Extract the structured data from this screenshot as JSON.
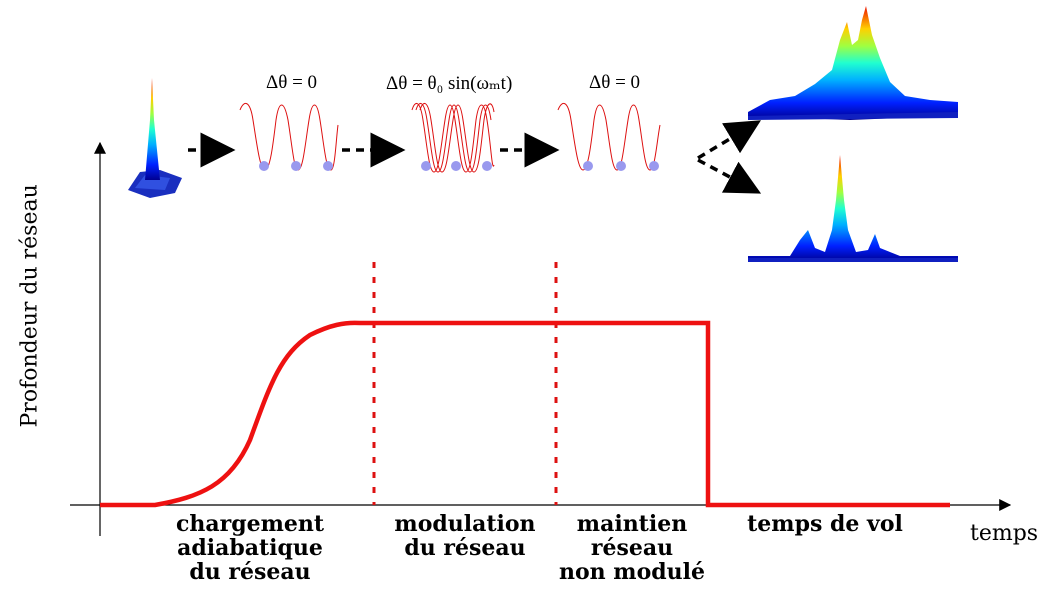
{
  "axes": {
    "y_label": "Profondeur du réseau",
    "x_label": "temps"
  },
  "formulas": {
    "before_modulation": "Δθ = 0",
    "modulation": "Δθ = θ₀ sin(ωₘt)",
    "after_modulation": "Δθ = 0"
  },
  "phases": [
    {
      "line1": "chargement",
      "line2": "adiabatique",
      "line3": "du réseau"
    },
    {
      "line1": "modulation",
      "line2": "du réseau"
    },
    {
      "line1": "maintien",
      "line2": "réseau",
      "line3": "non modulé"
    },
    {
      "line1": "temps de vol"
    }
  ],
  "colors": {
    "profile": "#ee1111",
    "separator": "#dd1111",
    "lattice": "#dd1111",
    "atoms": "#9999ee",
    "arrows": "#000000"
  }
}
